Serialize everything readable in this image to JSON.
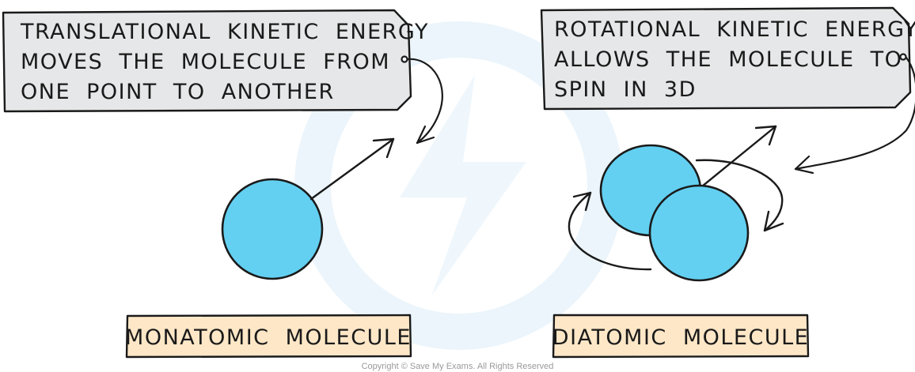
{
  "callouts": {
    "translational": {
      "lines": [
        "TRANSLATIONAL KINETIC ENERGY",
        "MOVES THE MOLECULE FROM",
        "ONE POINT TO ANOTHER"
      ]
    },
    "rotational": {
      "lines": [
        "ROTATIONAL KINETIC ENERGY",
        "ALLOWS THE MOLECULE TO",
        "SPIN IN 3D"
      ]
    }
  },
  "labels": {
    "monatomic": "MONATOMIC MOLECULE",
    "diatomic": "DIATOMIC MOLECULE"
  },
  "copyright": "Copyright © Save My Exams. All Rights Reserved",
  "colors": {
    "atom_fill": "#63d0f1",
    "callout_fill": "#e6e7e8",
    "label_fill": "#fde7c7",
    "stroke": "#1a1a1a",
    "watermark": "#e9f4fb"
  }
}
